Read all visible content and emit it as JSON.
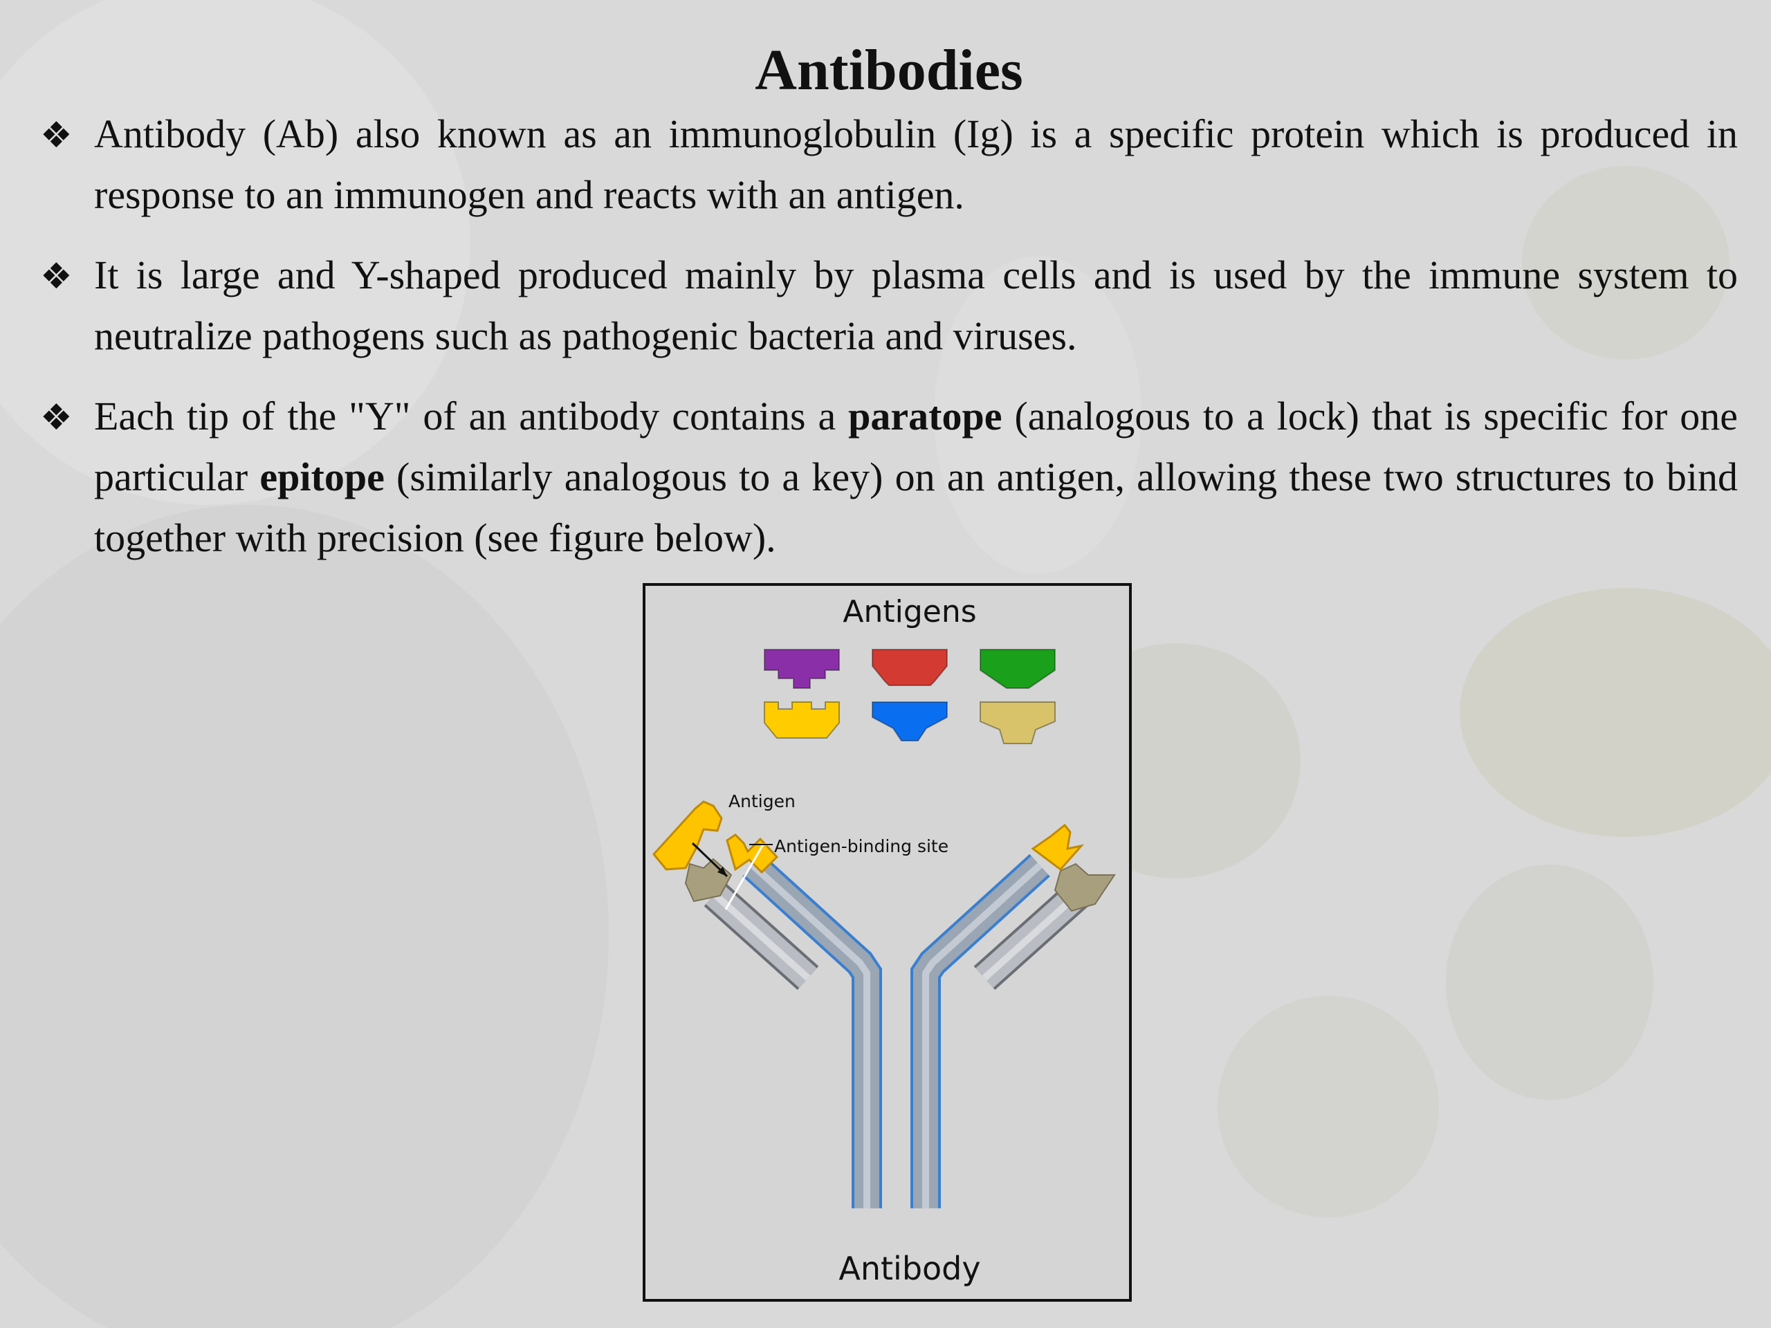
{
  "slide": {
    "title": "Antibodies",
    "bullet_icon": "four-diamond-bullet-icon",
    "bullets": [
      {
        "segments": [
          {
            "text": "Antibody (Ab) also known as an immunoglobulin (Ig) is a specific protein which is produced in response to an immunogen and reacts with an antigen.",
            "bold": false
          }
        ]
      },
      {
        "segments": [
          {
            "text": "It is large and Y-shaped produced mainly by plasma cells and is used by the immune system to neutralize pathogens such as pathogenic bacteria and viruses.",
            "bold": false
          }
        ]
      },
      {
        "segments": [
          {
            "text": "Each tip of the \"Y\" of an antibody contains a ",
            "bold": false
          },
          {
            "text": "paratope",
            "bold": true
          },
          {
            "text": " (analogous to a lock) that is specific for one particular ",
            "bold": false
          },
          {
            "text": "epitope",
            "bold": true
          },
          {
            "text": " (similarly analogous to a key) on an antigen, allowing these two structures to bind together with precision (see figure below).",
            "bold": false
          }
        ]
      }
    ]
  },
  "figure": {
    "top_label": "Antigens",
    "bottom_label": "Antibody",
    "antigen_callout": "Antigen",
    "binding_site_callout": "Antigen-binding site",
    "antigen_colors": [
      "#8b2fa8",
      "#d23a32",
      "#1aa01a",
      "#ffcc00",
      "#0a6ef0",
      "#d9c36a"
    ],
    "colors": {
      "heavy_chain": "#9aa6b4",
      "heavy_chain_outline": "#3a7fd0",
      "light_chain": "#b9bcc2",
      "light_chain_tip": "#a89f7e",
      "binding_tip": "#ffc400"
    }
  }
}
